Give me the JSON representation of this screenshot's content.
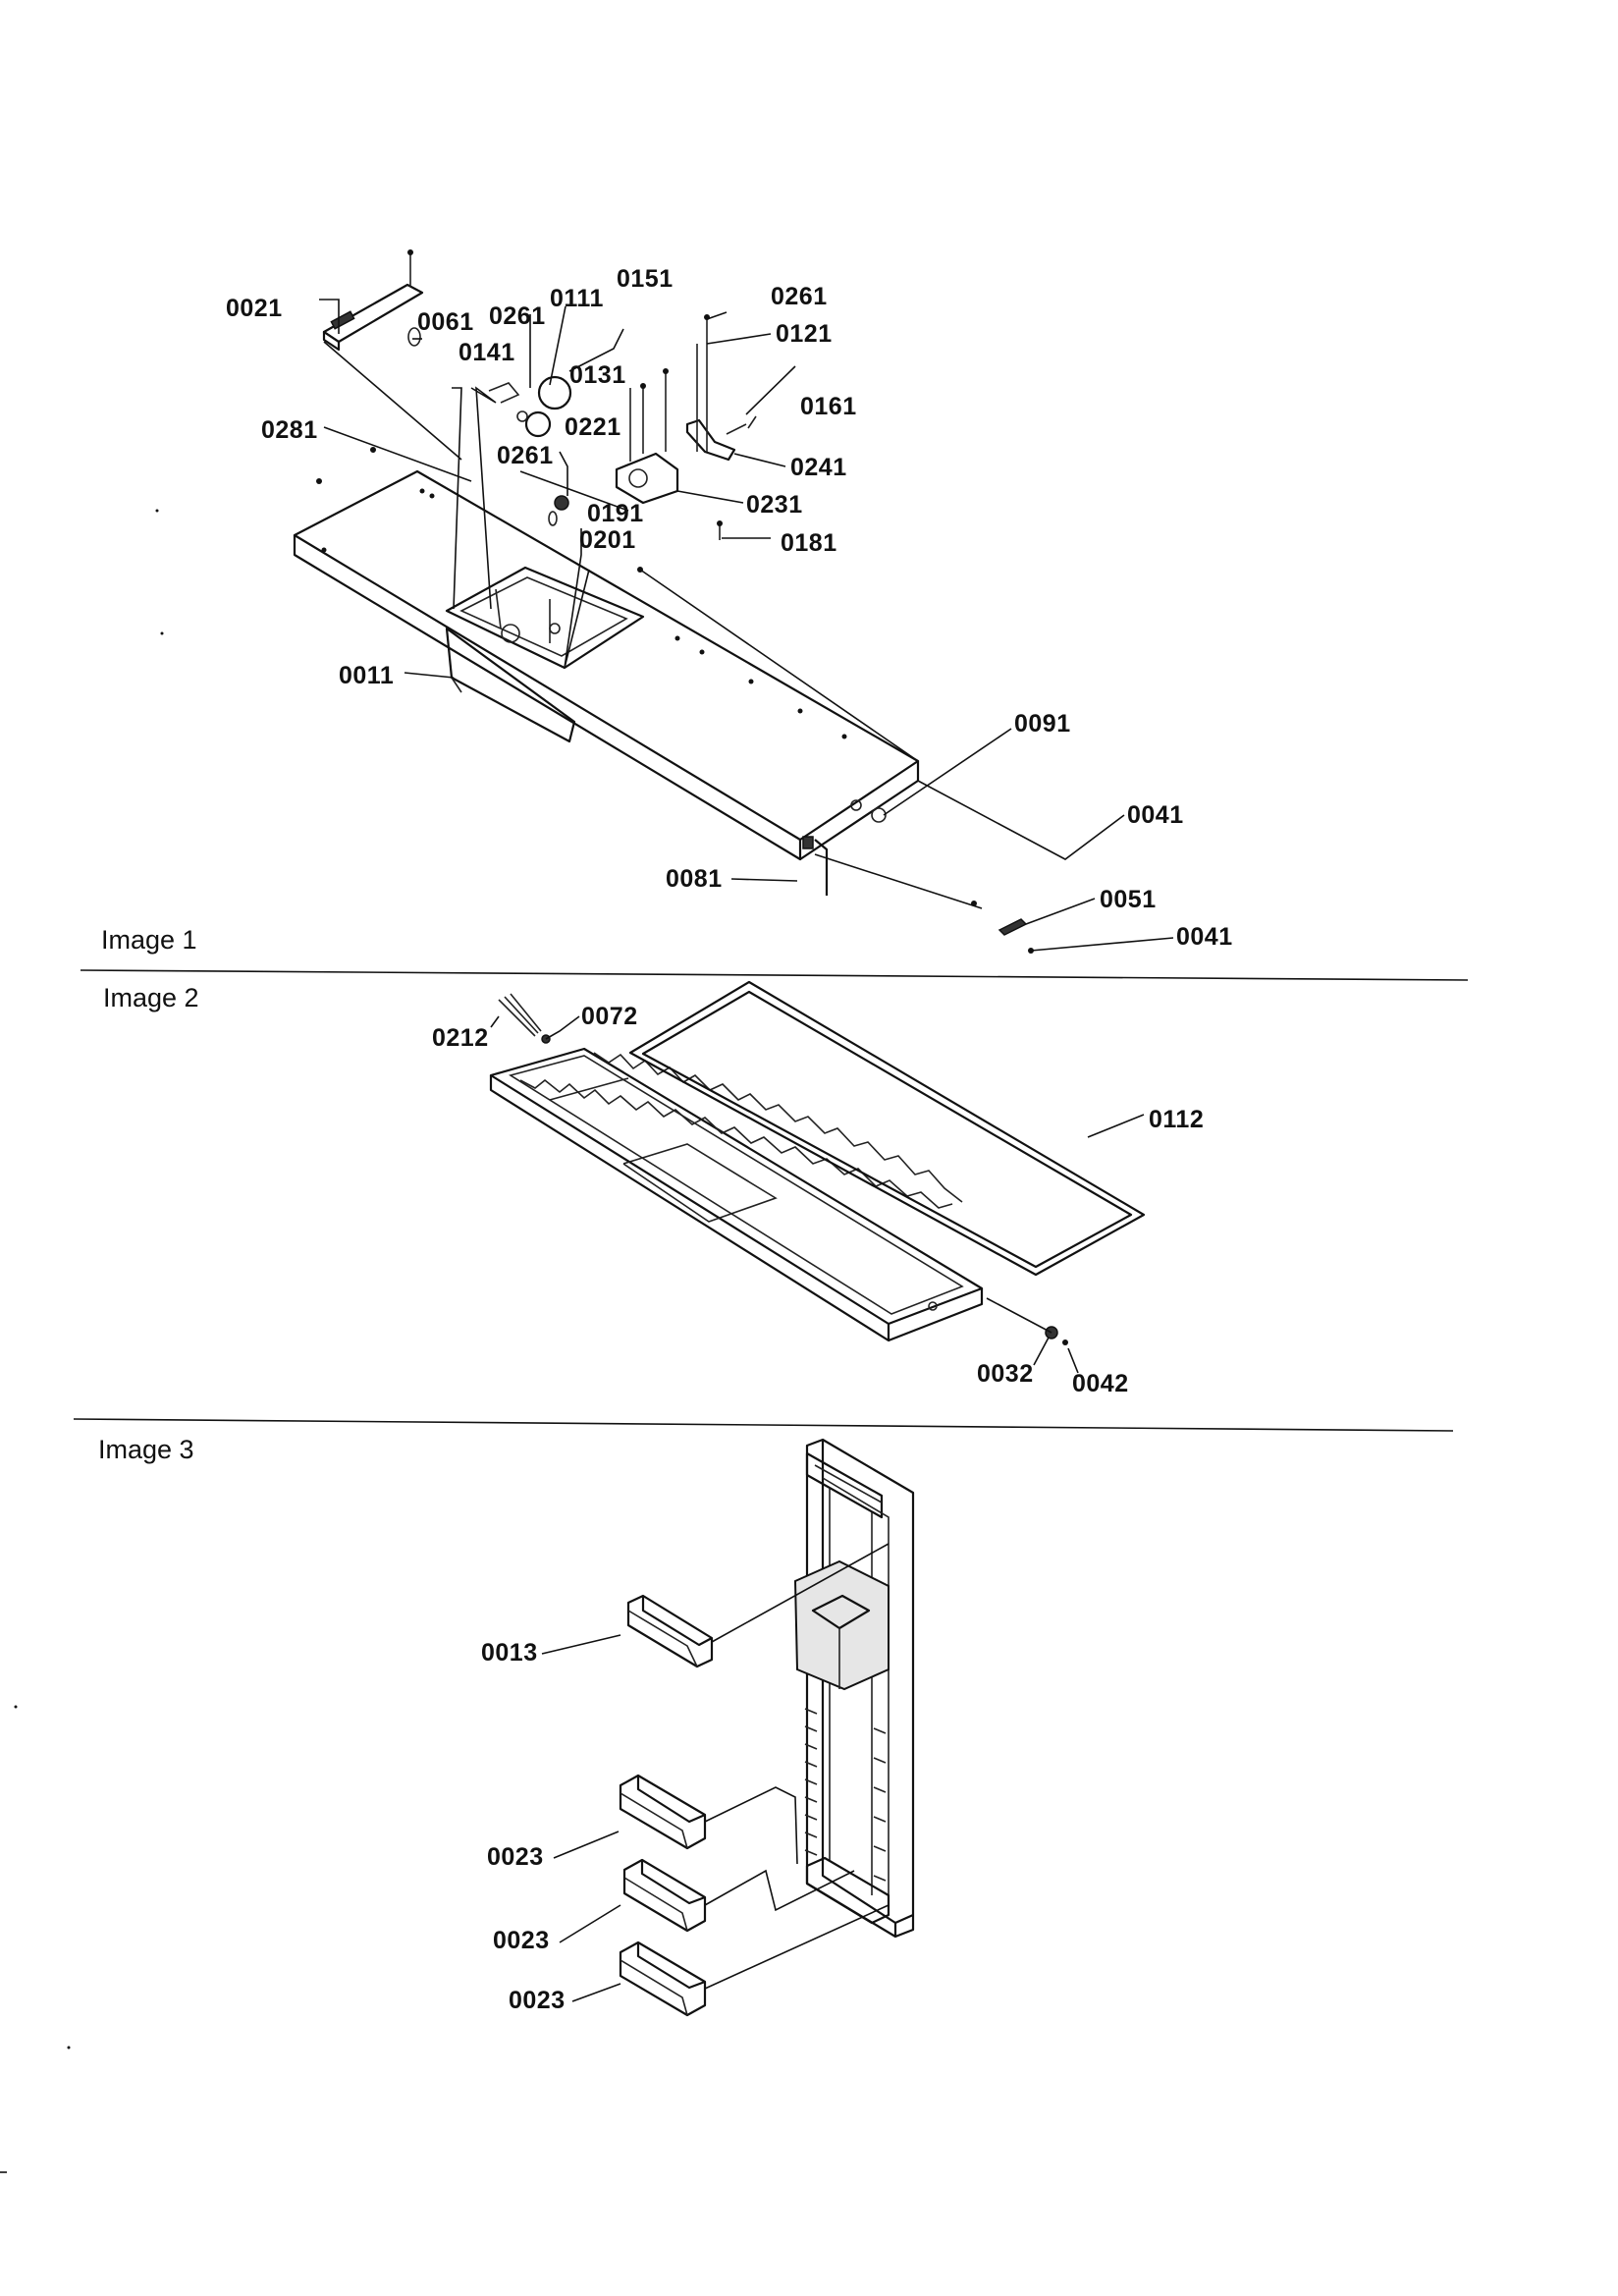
{
  "sections": [
    "Image 1",
    "Image 2",
    "Image 3"
  ],
  "callouts": {
    "image1": [
      "0021",
      "0061",
      "0261",
      "0111",
      "0151",
      "0261",
      "0121",
      "0141",
      "0131",
      "0161",
      "0221",
      "0281",
      "0261",
      "0241",
      "0191",
      "0231",
      "0201",
      "0181",
      "0011",
      "0091",
      "0041",
      "0081",
      "0051",
      "0041"
    ],
    "image2": [
      "0072",
      "0212",
      "0112",
      "0032",
      "0042"
    ],
    "image3": [
      "0013",
      "0023",
      "0023",
      "0023"
    ]
  }
}
